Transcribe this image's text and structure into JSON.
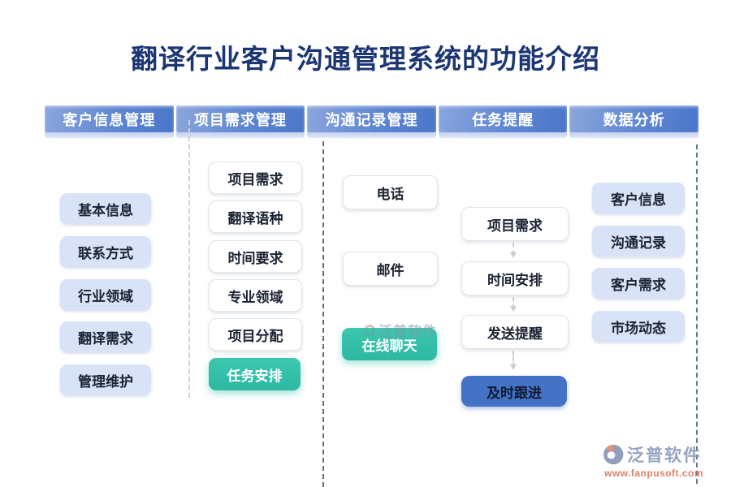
{
  "title": "翻译行业客户沟通管理系统的功能介绍",
  "columns": [
    {
      "header": "客户信息管理",
      "items": [
        {
          "label": "基本信息",
          "variant": "light"
        },
        {
          "label": "联系方式",
          "variant": "light"
        },
        {
          "label": "行业领域",
          "variant": "light"
        },
        {
          "label": "翻译需求",
          "variant": "light"
        },
        {
          "label": "管理维护",
          "variant": "light"
        }
      ]
    },
    {
      "header": "项目需求管理",
      "items": [
        {
          "label": "项目需求",
          "variant": "white"
        },
        {
          "label": "翻译语种",
          "variant": "white"
        },
        {
          "label": "时间要求",
          "variant": "white"
        },
        {
          "label": "专业领域",
          "variant": "white"
        },
        {
          "label": "项目分配",
          "variant": "white"
        },
        {
          "label": "任务安排",
          "variant": "teal"
        }
      ]
    },
    {
      "header": "沟通记录管理",
      "items": [
        {
          "label": "电话",
          "variant": "white"
        },
        {
          "label": "邮件",
          "variant": "white"
        },
        {
          "label": "在线聊天",
          "variant": "teal"
        }
      ]
    },
    {
      "header": "任务提醒",
      "items": [
        {
          "label": "项目需求",
          "variant": "white"
        },
        {
          "label": "时间安排",
          "variant": "white"
        },
        {
          "label": "发送提醒",
          "variant": "white"
        },
        {
          "label": "及时跟进",
          "variant": "blue"
        }
      ]
    },
    {
      "header": "数据分析",
      "items": [
        {
          "label": "客户信息",
          "variant": "light"
        },
        {
          "label": "沟通记录",
          "variant": "light"
        },
        {
          "label": "客户需求",
          "variant": "light"
        },
        {
          "label": "市场动态",
          "variant": "light"
        }
      ]
    }
  ],
  "watermark": {
    "text": "泛普软件"
  },
  "logo": {
    "brand": "泛普软件",
    "website": "www.fanpusoft.com"
  },
  "colors": {
    "title": "#1c3674",
    "header_gradient_start": "#8ca6dd",
    "header_gradient_end": "#4a76cb",
    "light_box": "#d9e3f7",
    "teal_box": "#35c1ab",
    "flow_blue_box": "#4472c4",
    "logo_gray": "#8a9aba",
    "logo_orange": "#de7057"
  }
}
